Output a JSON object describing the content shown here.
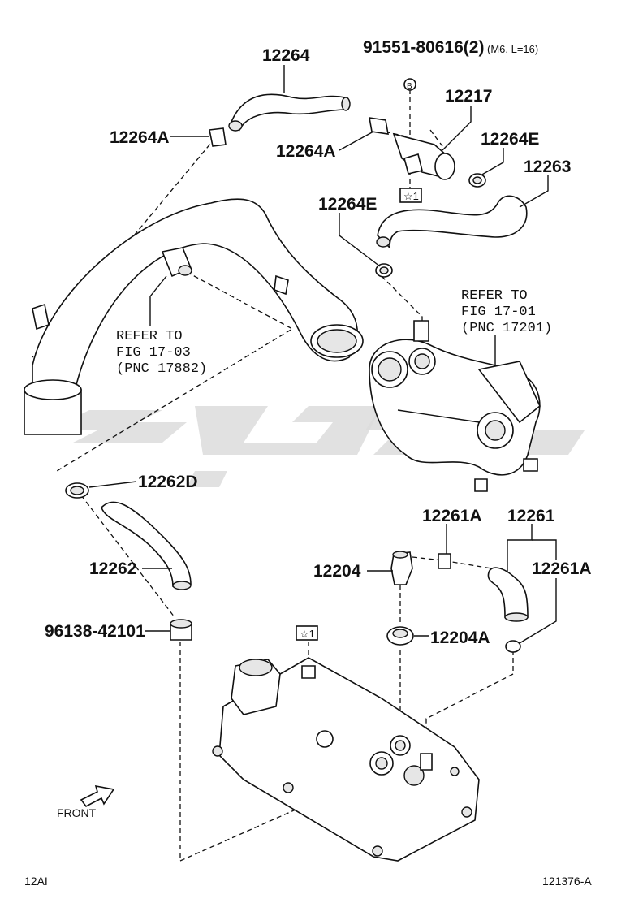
{
  "labels": {
    "p12264": "12264",
    "p91551": "91551-80616(2)",
    "p91551_spec": "(M6, L=16)",
    "p12264A_left": "12264A",
    "p12217": "12217",
    "p12264A_mid": "12264A",
    "p12264E_right": "12264E",
    "p12263": "12263",
    "p12264E_mid": "12264E",
    "p12262D": "12262D",
    "p12261A_top": "12261A",
    "p12261": "12261",
    "p12262": "12262",
    "p12204": "12204",
    "p12261A_right": "12261A",
    "p96138": "96138-42101",
    "p12204A": "12204A"
  },
  "refs": {
    "turbo": [
      "REFER TO",
      "FIG 17-01",
      "(PNC 17201)"
    ],
    "intake": [
      "REFER TO",
      "FIG 17-03",
      "(PNC 17882)"
    ]
  },
  "markers": {
    "star1_top": "☆1",
    "star1_bottom": "☆1",
    "circle_b": "B"
  },
  "front_label": "FRONT",
  "footer": {
    "left": "12AI",
    "right": "121376-A"
  }
}
